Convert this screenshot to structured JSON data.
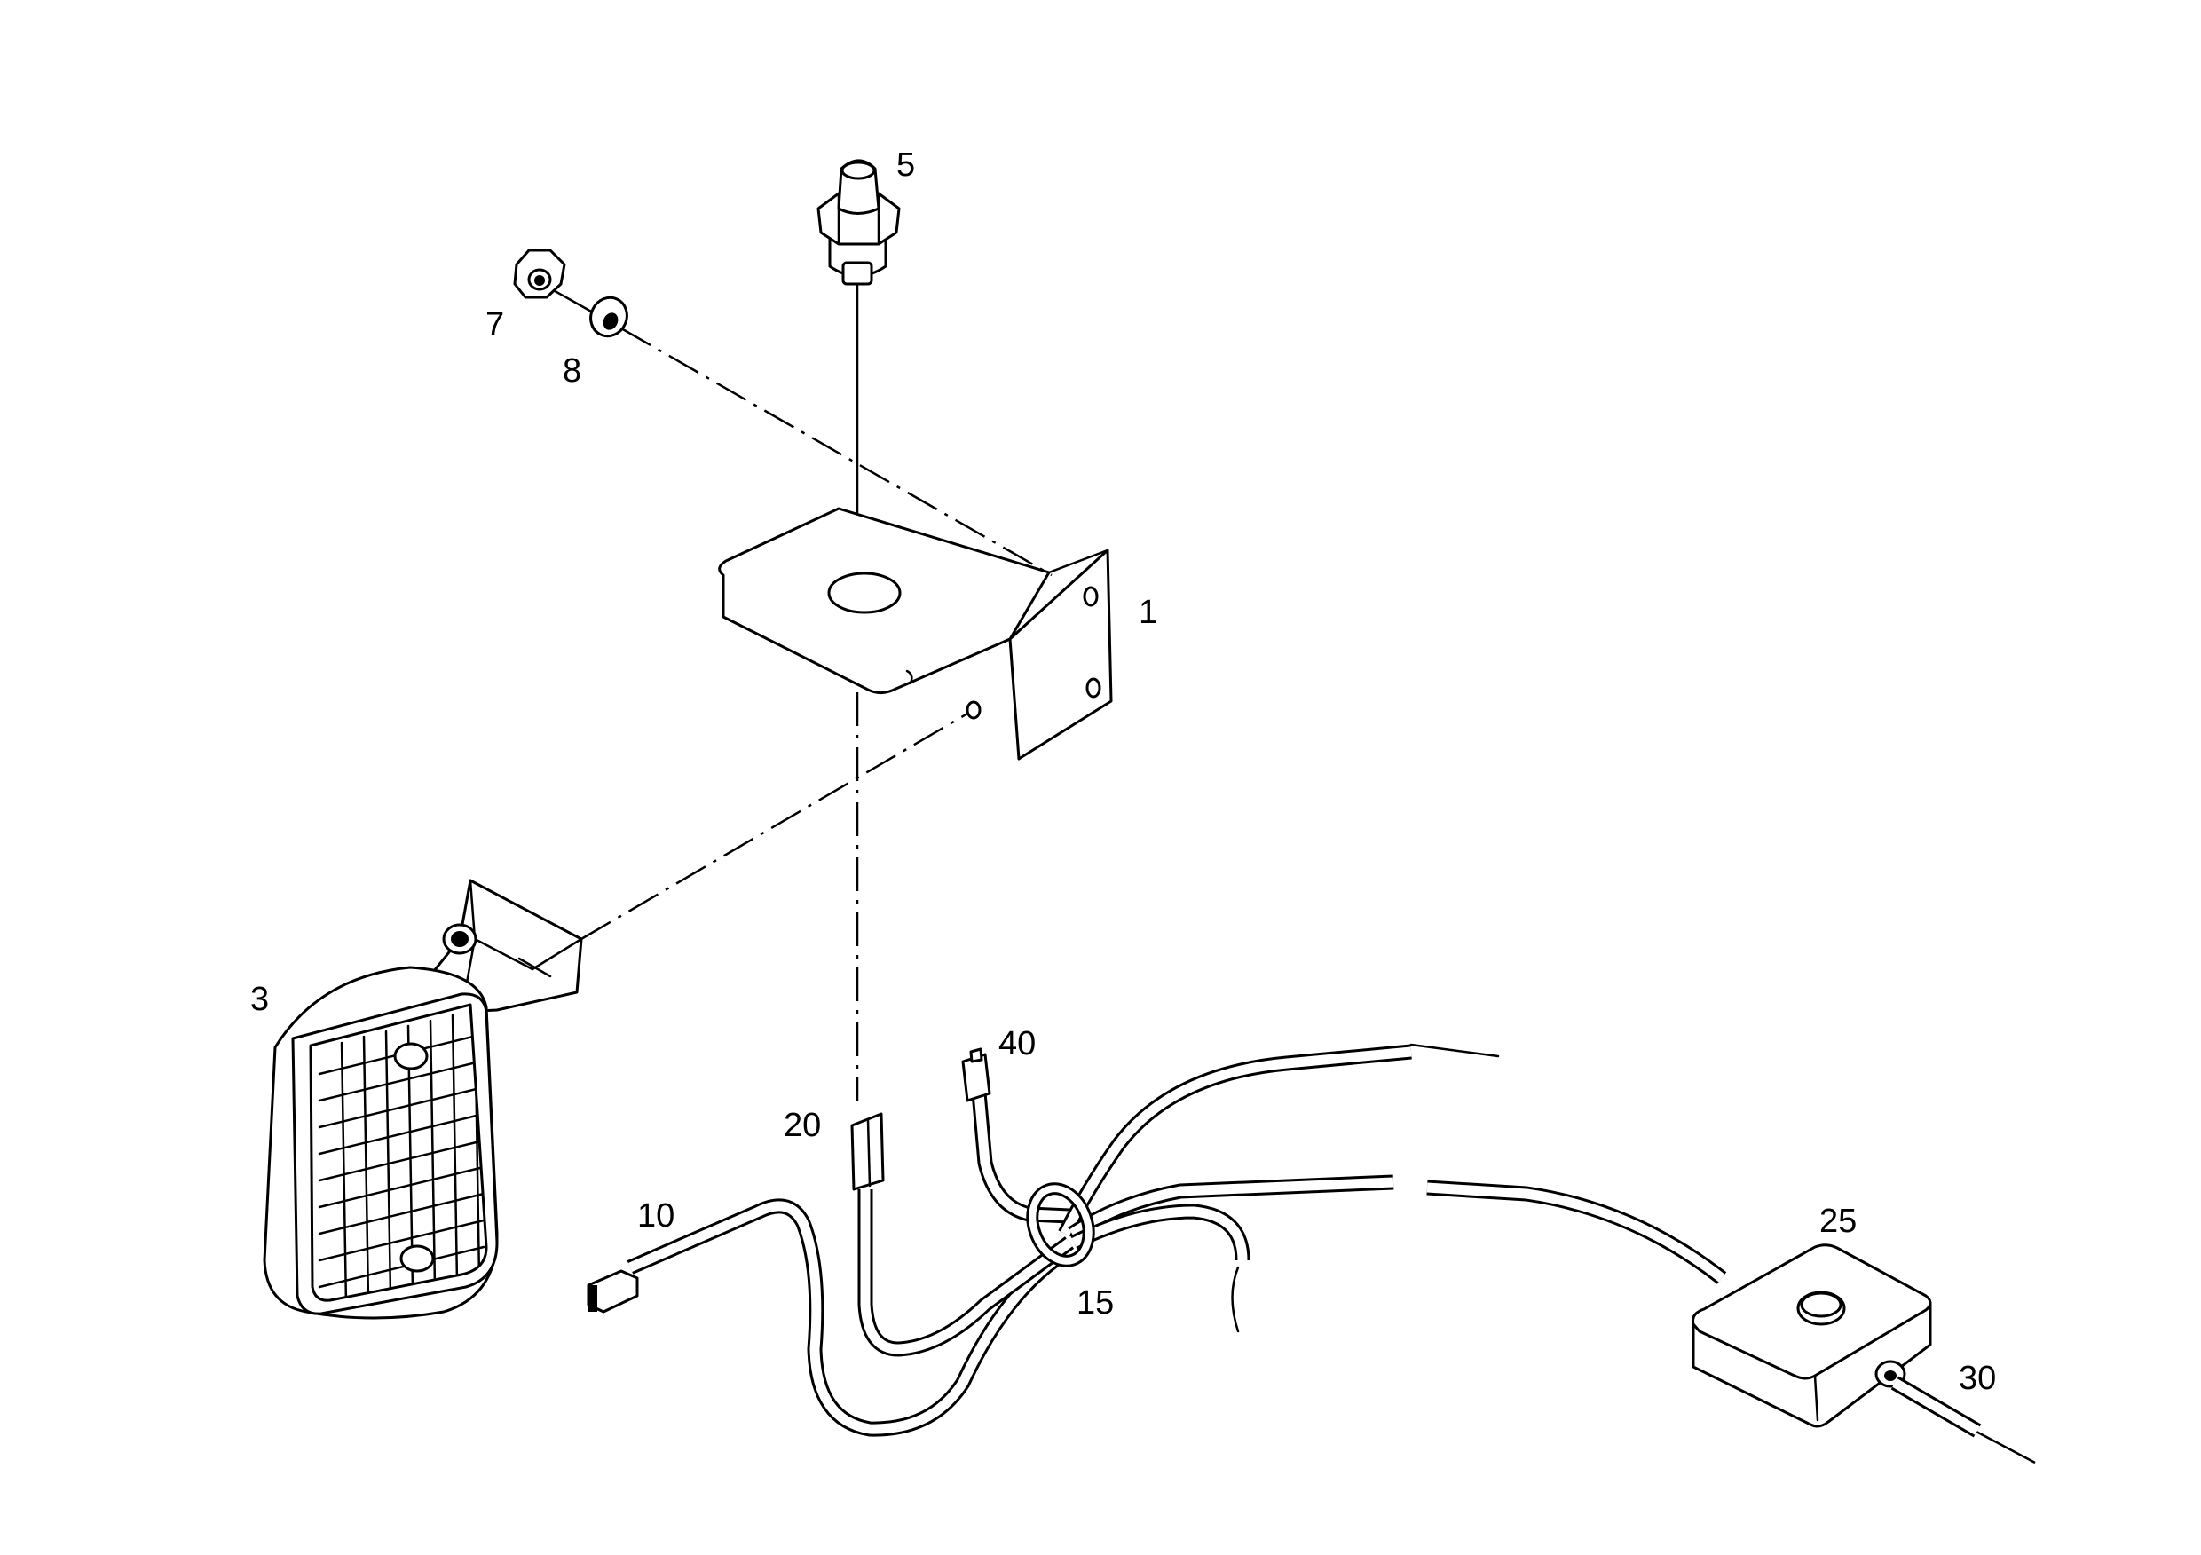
{
  "callouts": {
    "c1": "1",
    "c3": "3",
    "c5": "5",
    "c7": "7",
    "c8": "8",
    "c10": "10",
    "c15": "15",
    "c20": "20",
    "c25": "25",
    "c30": "30",
    "c40": "40"
  },
  "colors": {
    "line": "#000000",
    "background": "#ffffff"
  }
}
